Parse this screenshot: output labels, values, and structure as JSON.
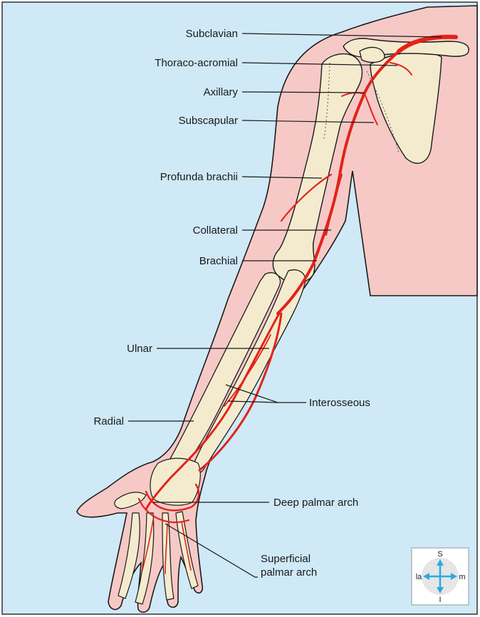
{
  "labels": {
    "subclavian": "Subclavian",
    "thoraco_acromial": "Thoraco-acromial",
    "axillary": "Axillary",
    "subscapular": "Subscapular",
    "profunda_brachii": "Profunda brachii",
    "collateral": "Collateral",
    "brachial": "Brachial",
    "ulnar": "Ulnar",
    "interosseous": "Interosseous",
    "radial": "Radial",
    "deep_palmar_arch": "Deep palmar arch",
    "superficial_palmar_arch_line1": "Superficial",
    "superficial_palmar_arch_line2": "palmar arch"
  },
  "compass": {
    "superior": "S",
    "inferior": "I",
    "lateral": "la",
    "medial": "m"
  },
  "colors": {
    "background": "#cfe9f7",
    "skin": "#f7c9c6",
    "bone": "#f4ebcf",
    "artery": "#e2231a",
    "compass_arrow": "#29abe2"
  }
}
